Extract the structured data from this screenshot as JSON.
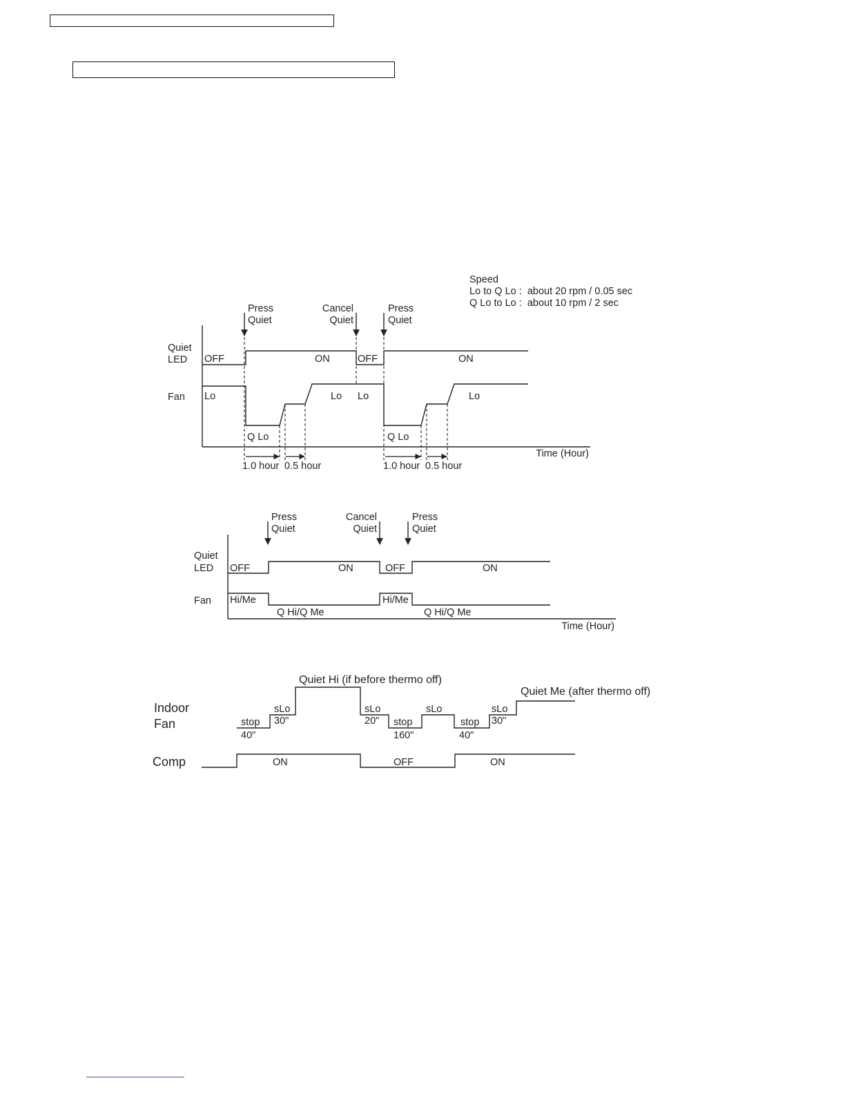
{
  "header": {
    "text": ""
  },
  "section": {
    "text": ""
  },
  "diagram1": {
    "speed_note": {
      "title": "Speed",
      "line1": "Lo to Q Lo :  about 20 rpm / 0.05 sec",
      "line2": "Q Lo to Lo :  about 10 rpm / 2 sec"
    },
    "events": [
      {
        "line1": "Press",
        "line2": "Quiet"
      },
      {
        "line1": "Cancel",
        "line2": "Quiet"
      },
      {
        "line1": "Press",
        "line2": "Quiet"
      }
    ],
    "row_labels": {
      "led_line1": "Quiet",
      "led_line2": "LED",
      "fan": "Fan"
    },
    "led_states": [
      "OFF",
      "ON",
      "OFF",
      "ON"
    ],
    "fan_states": [
      "Lo",
      "Q Lo",
      "Lo",
      "Lo",
      "Q Lo",
      "Lo"
    ],
    "durations": [
      "1.0 hour",
      "0.5 hour",
      "1.0 hour",
      "0.5 hour"
    ],
    "time_axis": "Time (Hour)"
  },
  "diagram2": {
    "events": [
      {
        "line1": "Press",
        "line2": "Quiet"
      },
      {
        "line1": "Cancel",
        "line2": "Quiet"
      },
      {
        "line1": "Press",
        "line2": "Quiet"
      }
    ],
    "row_labels": {
      "led_line1": "Quiet",
      "led_line2": "LED",
      "fan": "Fan"
    },
    "led_states": [
      "OFF",
      "ON",
      "OFF",
      "ON"
    ],
    "fan_states": [
      "Hi/Me",
      "Q Hi/Q Me",
      "Hi/Me",
      "Q Hi/Q Me"
    ],
    "time_axis": "Time (Hour)"
  },
  "diagram3": {
    "row_labels": {
      "fan_line1": "Indoor",
      "fan_line2": "Fan",
      "comp": "Comp"
    },
    "quiet_hi": "Quiet Hi (if before thermo off)",
    "quiet_me": "Quiet Me (after thermo off)",
    "steps": [
      {
        "name": "stop",
        "time": "40\""
      },
      {
        "name": "sLo",
        "time": "30\""
      },
      {
        "name": "sLo",
        "time": "20\""
      },
      {
        "name": "stop",
        "time": "160\""
      },
      {
        "name": "sLo",
        "time": ""
      },
      {
        "name": "stop",
        "time": "40\""
      },
      {
        "name": "sLo",
        "time": "30\""
      }
    ],
    "comp_states": [
      "ON",
      "OFF",
      "ON"
    ]
  }
}
